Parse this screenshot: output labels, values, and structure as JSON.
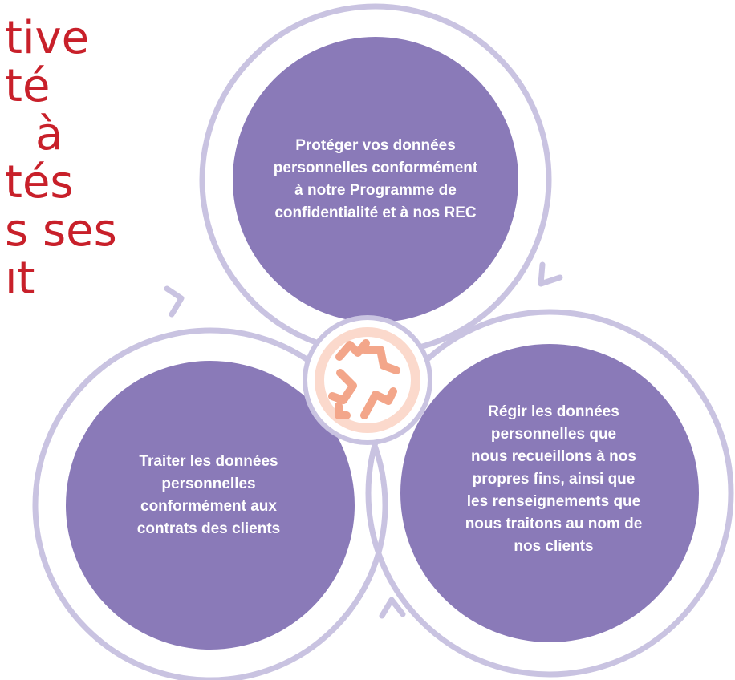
{
  "background_text": {
    "lines": [
      "tive",
      "té",
      "à",
      "tés",
      "s ses",
      "ıt"
    ]
  },
  "circles": [
    {
      "id": "top",
      "lines": [
        "Protéger vos données",
        "personnelles conformément",
        "à notre Programme de",
        "confidentialité et à nos REC"
      ]
    },
    {
      "id": "left",
      "lines": [
        "Traiter les données",
        "personnelles",
        "conformément aux",
        "contrats des clients"
      ]
    },
    {
      "id": "right",
      "lines": [
        "Régir les données",
        "personnelles que",
        "nous recueillons à nos",
        "propres fins, ainsi que",
        "les renseignements que",
        "nous traitons au nom de",
        "nos clients"
      ]
    }
  ],
  "center_icon": {
    "name": "data-cycle-icon"
  },
  "colors": {
    "circle_fill": "#8a7ab8",
    "ring": "#c9c3e1",
    "background_text": "#c8202a",
    "icon": "#f3a68a",
    "icon_ring": "#fbd9cc"
  }
}
